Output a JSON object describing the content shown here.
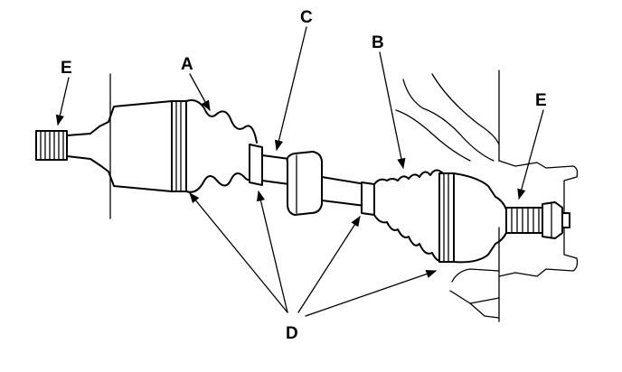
{
  "callouts": {
    "a": "A",
    "b": "B",
    "c": "C",
    "d": "D",
    "e_left": "E",
    "e_right": "E"
  }
}
